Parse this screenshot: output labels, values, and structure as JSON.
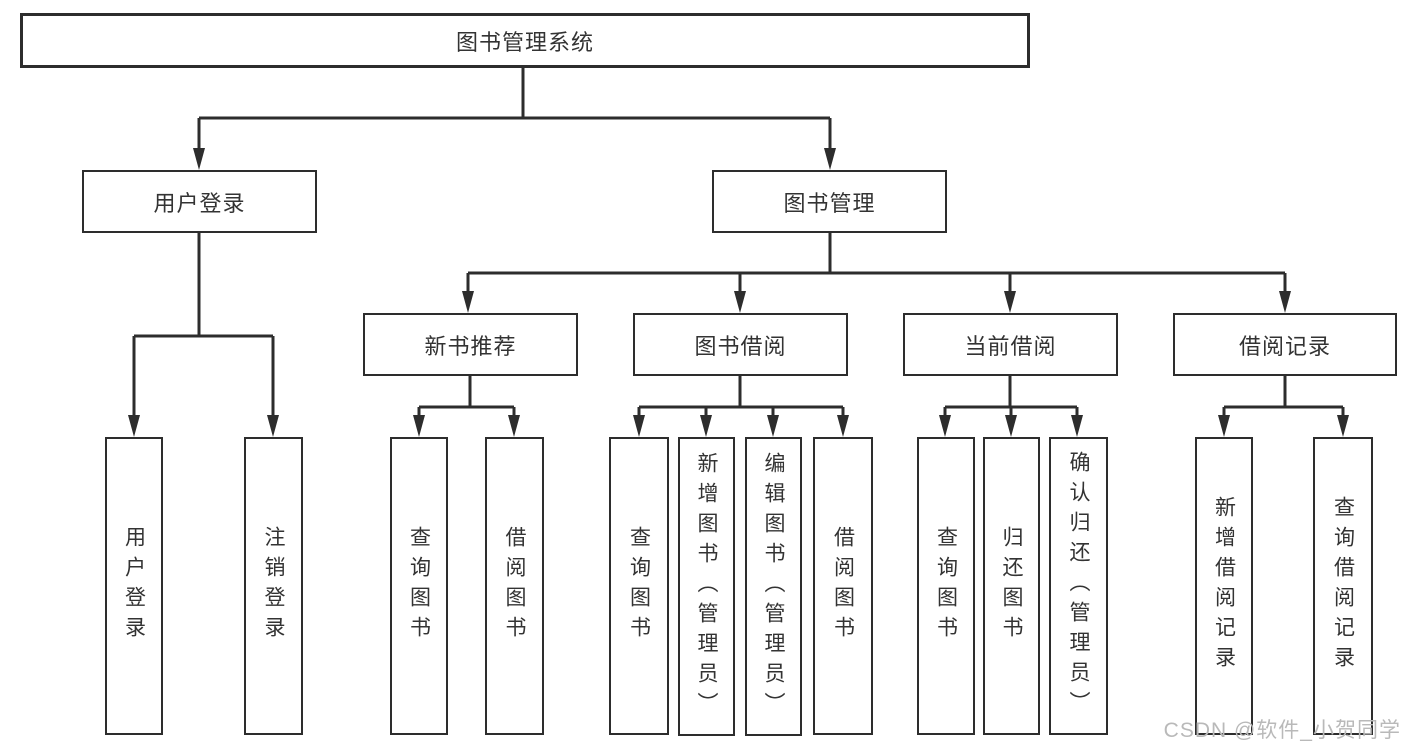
{
  "diagram": {
    "nodes": {
      "root": "图书管理系统",
      "user_login": "用户登录",
      "book_mgmt": "图书管理",
      "new_book_rec": "新书推荐",
      "book_borrow": "图书借阅",
      "current_borrow": "当前借阅",
      "borrow_record": "借阅记录",
      "leaf_user_login": "用户登录",
      "leaf_logout": "注销登录",
      "leaf_rec_query": "查询图书",
      "leaf_rec_borrow": "借阅图书",
      "leaf_bb_query": "查询图书",
      "leaf_bb_add": "新增图书（管理员）",
      "leaf_bb_edit": "编辑图书（管理员）",
      "leaf_bb_borrow": "借阅图书",
      "leaf_cb_query": "查询图书",
      "leaf_cb_return": "归还图书",
      "leaf_cb_confirm": "确认归还（管理员）",
      "leaf_br_add": "新增借阅记录",
      "leaf_br_query": "查询借阅记录"
    },
    "hierarchy": {
      "图书管理系统": {
        "用户登录": [
          "用户登录",
          "注销登录"
        ],
        "图书管理": {
          "新书推荐": [
            "查询图书",
            "借阅图书"
          ],
          "图书借阅": [
            "查询图书",
            "新增图书（管理员）",
            "编辑图书（管理员）",
            "借阅图书"
          ],
          "当前借阅": [
            "查询图书",
            "归还图书",
            "确认归还（管理员）"
          ],
          "借阅记录": [
            "新增借阅记录",
            "查询借阅记录"
          ]
        }
      }
    }
  },
  "watermark": "CSDN @软件_小贺同学",
  "colors": {
    "line": "#2d2d2d",
    "text": "#333333",
    "watermark": "#b9b9b9",
    "background": "#ffffff"
  }
}
